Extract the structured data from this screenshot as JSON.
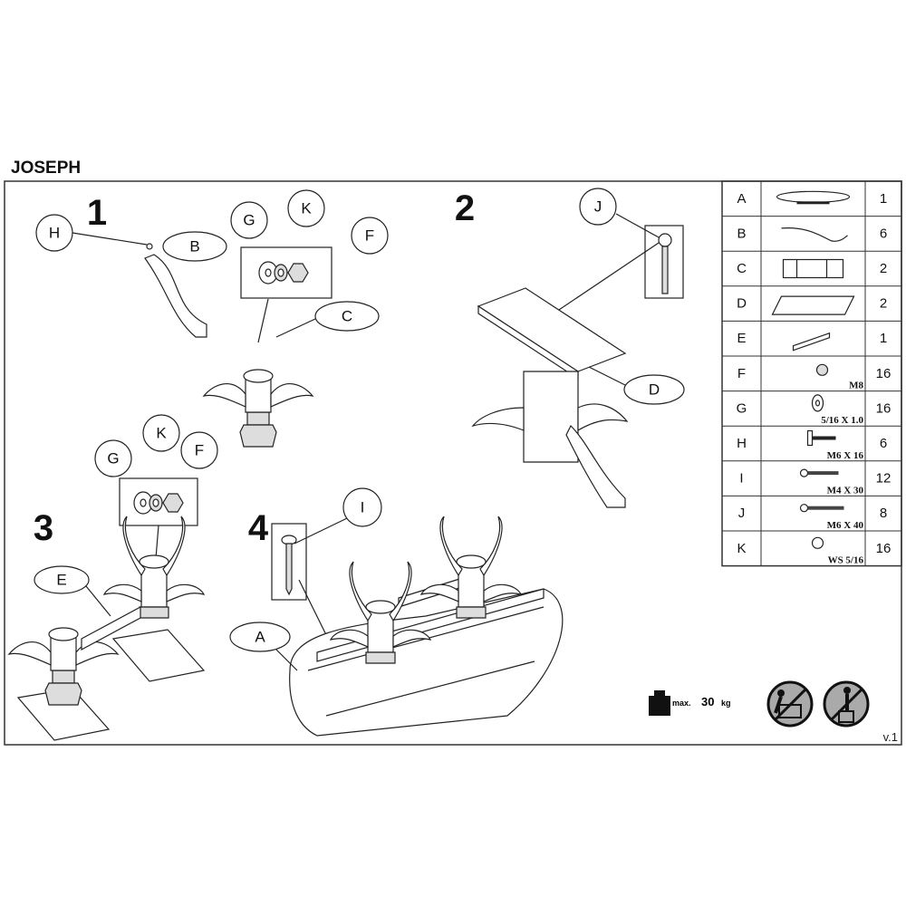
{
  "title": "JOSEPH",
  "version": "v.1",
  "steps": {
    "s1": {
      "number": "1",
      "labels": {
        "H": "H",
        "B": "B",
        "G": "G",
        "K": "K",
        "F": "F",
        "C": "C"
      }
    },
    "s2": {
      "number": "2",
      "labels": {
        "J": "J",
        "D": "D"
      }
    },
    "s3": {
      "number": "3",
      "labels": {
        "G": "G",
        "K": "K",
        "F": "F",
        "E": "E"
      }
    },
    "s4": {
      "number": "4",
      "labels": {
        "I": "I",
        "A": "A"
      }
    }
  },
  "parts": [
    {
      "id": "A",
      "spec": "",
      "qty": "1",
      "icon": "tabletop-icon"
    },
    {
      "id": "B",
      "spec": "",
      "qty": "6",
      "icon": "leg-icon"
    },
    {
      "id": "C",
      "spec": "",
      "qty": "2",
      "icon": "column-icon"
    },
    {
      "id": "D",
      "spec": "",
      "qty": "2",
      "icon": "plate-icon"
    },
    {
      "id": "E",
      "spec": "",
      "qty": "1",
      "icon": "rail-icon"
    },
    {
      "id": "F",
      "spec": "M8",
      "qty": "16",
      "icon": "nut-icon"
    },
    {
      "id": "G",
      "spec": "5/16 X 1.0",
      "qty": "16",
      "icon": "washer-icon"
    },
    {
      "id": "H",
      "spec": "M6 X 16",
      "qty": "6",
      "icon": "t-bolt-icon"
    },
    {
      "id": "I",
      "spec": "M4 X 30",
      "qty": "12",
      "icon": "screw-icon"
    },
    {
      "id": "J",
      "spec": "M6 X 40",
      "qty": "8",
      "icon": "bolt-icon"
    },
    {
      "id": "K",
      "spec": "WS 5/16",
      "qty": "16",
      "icon": "spring-washer-icon"
    }
  ],
  "load": {
    "prefix": "max.",
    "value": "30",
    "unit": "kg"
  },
  "warnings": [
    "no-climbing-icon",
    "no-standing-icon"
  ]
}
